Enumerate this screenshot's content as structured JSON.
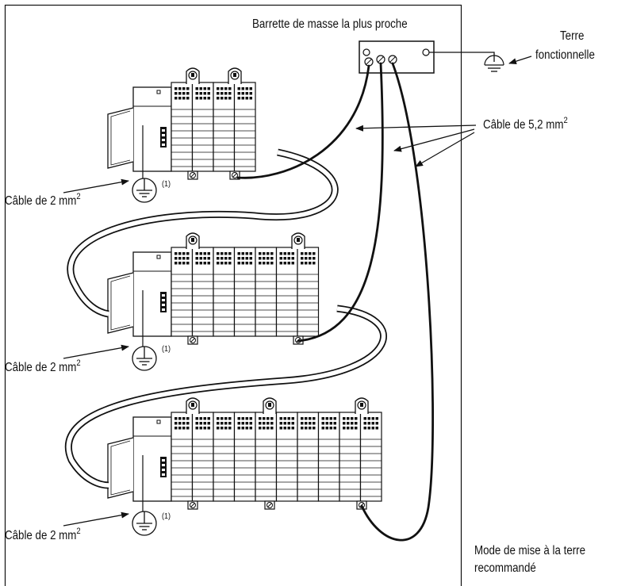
{
  "labels": {
    "ground_bar": "Barrette de masse la plus proche",
    "functional_earth_line1": "Terre",
    "functional_earth_line2": "fonctionnelle",
    "thick_cable_text": "Câble de 5,2 mm",
    "thick_cable_sup": "2",
    "thin_cable_text": "Câble de 2 mm",
    "thin_cable_sup": "2",
    "footnote_ref": "(1)",
    "mode_line1": "Mode de mise à la terre",
    "mode_line2": "recommandé"
  },
  "colors": {
    "line": "#111111",
    "background": "#ffffff"
  },
  "chassis": [
    {
      "slots": 4
    },
    {
      "slots": 7
    },
    {
      "slots": 10
    }
  ]
}
